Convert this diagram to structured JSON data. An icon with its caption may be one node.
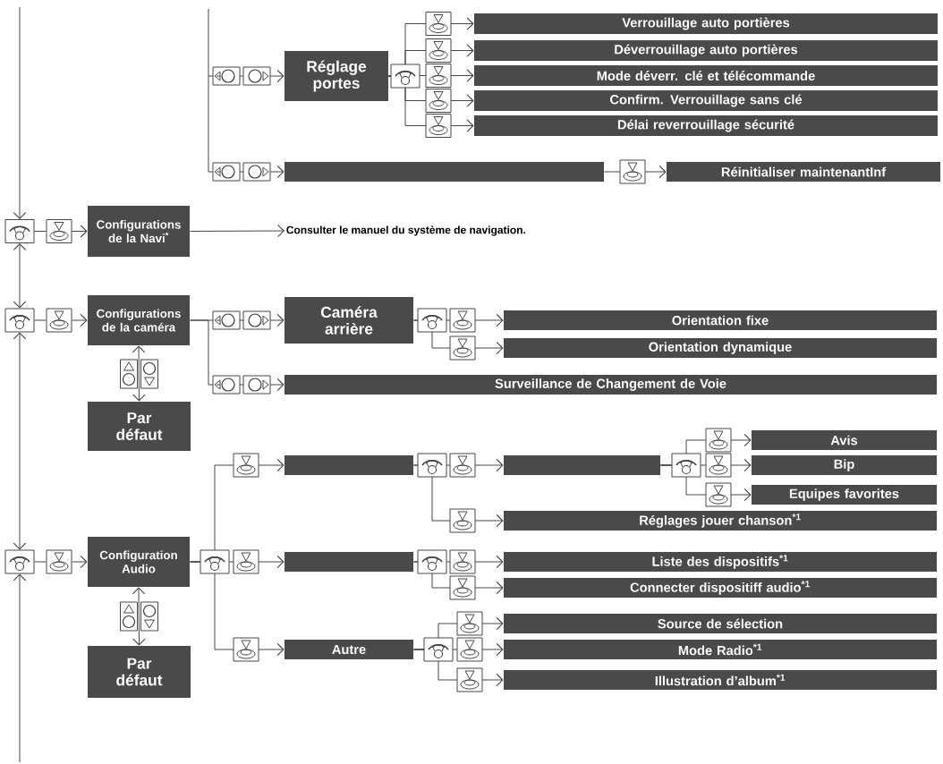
{
  "diagram": {
    "nodes": [
      {
        "text": [
          "Réglage portes"
        ]
      },
      {
        "text": [
          "Verrouillage auto portières"
        ]
      },
      {
        "text": [
          "Déverrouillage auto portières"
        ]
      },
      {
        "text": [
          "Mode déverr. clé et télécommande"
        ]
      },
      {
        "text": [
          "Confirm. Verrouillage sans clé"
        ]
      },
      {
        "text": [
          "Délai reverrouillage sécurité"
        ]
      },
      {
        "text": [],
        "shape": "bar"
      },
      {
        "text": [
          "Réinitialiser maintenantInf"
        ]
      },
      {
        "text": [
          "Configurations de la Navi$^{*}$"
        ]
      },
      {
        "text": [
          "Consulter le manuel du système de navigation."
        ]
      },
      {
        "text": [
          "Configurations de la caméra"
        ]
      },
      {
        "text": [
          "Caméra arrière"
        ]
      },
      {
        "text": [
          "Orientation fixe"
        ]
      },
      {
        "text": [
          "Orientation dynamique"
        ]
      },
      {
        "text": [
          "Surveillance de Changement de Voie"
        ]
      },
      {
        "text": [
          "Par défaut"
        ]
      },
      {
        "text": [],
        "shape": "bar"
      },
      {
        "text": [],
        "shape": "bar"
      },
      {
        "text": [
          "Avis"
        ]
      },
      {
        "text": [
          "Bip"
        ]
      },
      {
        "text": [
          "Equipes favorites"
        ]
      },
      {
        "text": [
          "Réglages jouer chanson$^{*1}$"
        ]
      },
      {
        "text": [
          "Configuration Audio"
        ]
      },
      {
        "text": [],
        "shape": "bar"
      },
      {
        "text": [
          "Liste des dispositifs$^{*1}$"
        ]
      },
      {
        "text": [
          "Connecter dispositiff audio$^{*1}$"
        ]
      },
      {
        "text": [
          "Autre"
        ]
      },
      {
        "text": [
          "Source de sélection"
        ]
      },
      {
        "text": [
          "Mode Radio$^{*1}$"
        ]
      },
      {
        "text": [
          "Illustration d’album$^{*1}$"
        ]
      },
      {
        "text": [
          "Par défaut"
        ]
      },
      {
        "text": [],
        "shape": "icon"
      },
      {
        "text": [],
        "shape": "icon"
      },
      {
        "text": [],
        "shape": "icon"
      },
      {
        "text": [],
        "shape": "dial"
      },
      {
        "text": [],
        "shape": "dial"
      },
      {
        "text": [],
        "shape": "dial"
      }
    ],
    "edges": [
      {
        "from": null,
        "to": 0,
        "arrow": "to"
      },
      {
        "from": 0,
        "to": 1,
        "arrow": "to"
      },
      {
        "from": 0,
        "to": 2,
        "arrow": "to"
      },
      {
        "from": 0,
        "to": 3,
        "arrow": "to"
      },
      {
        "from": 0,
        "to": 4,
        "arrow": "to"
      },
      {
        "from": 0,
        "to": 5,
        "arrow": "to"
      },
      {
        "from": null,
        "to": 6,
        "arrow": "to"
      },
      {
        "from": 6,
        "to": 7,
        "arrow": "to"
      },
      {
        "from": 31,
        "to": 8,
        "arrow": "to"
      },
      {
        "from": 8,
        "to": 9,
        "arrow": "to"
      },
      {
        "from": 32,
        "to": 10,
        "arrow": "to"
      },
      {
        "from": 10,
        "to": 11,
        "arrow": "to"
      },
      {
        "from": 11,
        "to": 12,
        "arrow": "to"
      },
      {
        "from": 11,
        "to": 13,
        "arrow": "to"
      },
      {
        "from": 10,
        "to": 14,
        "arrow": "to"
      },
      {
        "from": 10,
        "to": 15,
        "arrow": "both"
      },
      {
        "from": 33,
        "to": 22,
        "arrow": "to"
      },
      {
        "from": 22,
        "to": 16,
        "arrow": "to"
      },
      {
        "from": 22,
        "to": 23,
        "arrow": "to"
      },
      {
        "from": 22,
        "to": 26,
        "arrow": "to"
      },
      {
        "from": 16,
        "to": 17,
        "arrow": "to"
      },
      {
        "from": 16,
        "to": 21,
        "arrow": "to"
      },
      {
        "from": 17,
        "to": 18,
        "arrow": "to"
      },
      {
        "from": 17,
        "to": 19,
        "arrow": "to"
      },
      {
        "from": 17,
        "to": 20,
        "arrow": "to"
      },
      {
        "from": 23,
        "to": 24,
        "arrow": "to"
      },
      {
        "from": 23,
        "to": 25,
        "arrow": "to"
      },
      {
        "from": 26,
        "to": 27,
        "arrow": "to"
      },
      {
        "from": 26,
        "to": 28,
        "arrow": "to"
      },
      {
        "from": 26,
        "to": 29,
        "arrow": "to"
      },
      {
        "from": 22,
        "to": 30,
        "arrow": "both"
      },
      {
        "from": null,
        "to": 34,
        "arrow": "to"
      },
      {
        "from": 34,
        "to": 35,
        "arrow": "both"
      },
      {
        "from": 35,
        "to": 36,
        "arrow": "both"
      },
      {
        "from": null,
        "to": 36,
        "arrow": "to"
      },
      {
        "from": 34,
        "to": 31,
        "arrow": "none"
      },
      {
        "from": 35,
        "to": 32,
        "arrow": "none"
      },
      {
        "from": 36,
        "to": 33,
        "arrow": "none"
      }
    ]
  }
}
